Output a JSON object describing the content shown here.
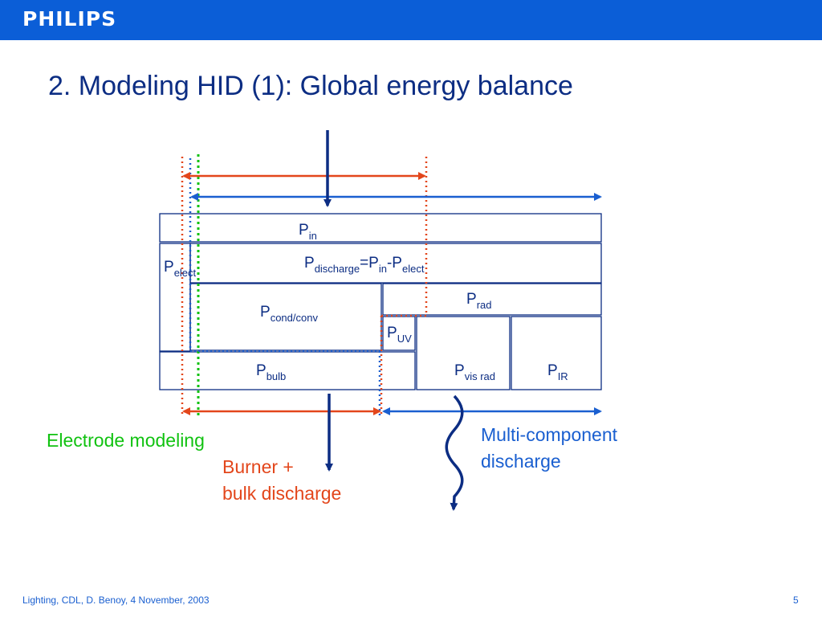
{
  "header": {
    "brand_color": "#0b5ed7",
    "logo_text": "PHILIPS"
  },
  "title": "2. Modeling HID (1): Global energy balance",
  "colors": {
    "dark_blue": "#0c2d83",
    "electrode_green": "#11c211",
    "burner_red": "#e3461b",
    "discharge_blue": "#1a5fd0"
  },
  "diagram": {
    "p_in": {
      "main": "P",
      "sub": "in"
    },
    "p_discharge": {
      "main": "P",
      "sub": "discharge",
      "eq": "=P",
      "sub2": "in",
      "minus": "-P",
      "sub3": "elect"
    },
    "p_elect": {
      "main": "P",
      "sub": "elect"
    },
    "p_rad": {
      "main": "P",
      "sub": "rad"
    },
    "p_cond": {
      "main": "P",
      "sub": "cond/conv"
    },
    "p_uv": {
      "main": "P",
      "sub": "UV"
    },
    "p_bulb": {
      "main": "P",
      "sub": "bulb"
    },
    "p_vis": {
      "main": "P",
      "sub": "vis rad"
    },
    "p_ir": {
      "main": "P",
      "sub": "IR"
    }
  },
  "captions": {
    "electrode": "Electrode modeling",
    "burner_line1": "Burner +",
    "burner_line2": "bulk discharge",
    "multi_line1": "Multi-component",
    "multi_line2": "discharge"
  },
  "footer": {
    "left": "Lighting, CDL, D. Benoy, 4 November, 2003",
    "page": "5"
  }
}
